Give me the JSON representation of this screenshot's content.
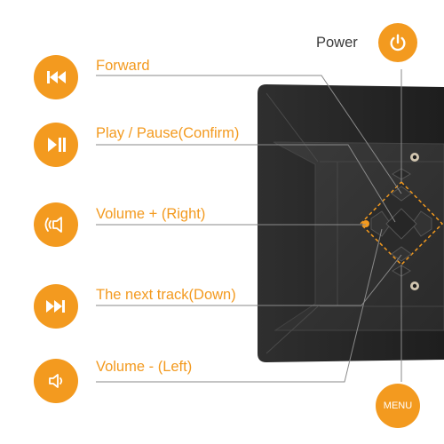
{
  "accent_color": "#f39a1f",
  "labels": {
    "power": "Power",
    "forward": "Forward",
    "play_pause": "Play / Pause(Confirm)",
    "volume_up": "Volume + (Right)",
    "next_track": "The next track(Down)",
    "volume_down": "Volume - (Left)",
    "menu": "MENU"
  },
  "icons": {
    "power": "power-icon",
    "forward": "rewind-icon",
    "play_pause": "play-pause-icon",
    "volume_up": "speaker-loud-icon",
    "next_track": "fast-forward-icon",
    "volume_down": "speaker-icon"
  }
}
